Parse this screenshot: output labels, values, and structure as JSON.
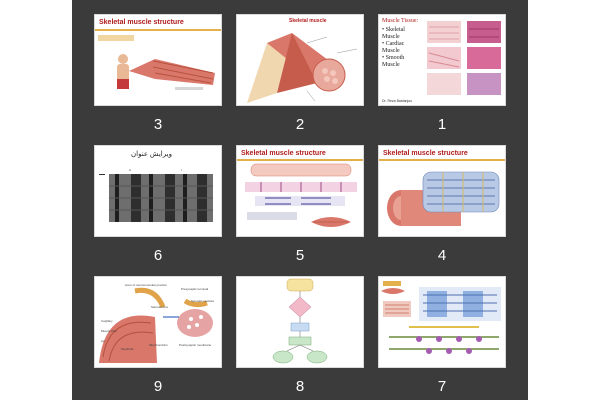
{
  "slides": [
    {
      "number": "3",
      "title": "Skeletal muscle structure"
    },
    {
      "number": "2",
      "title": "Skeletal muscle"
    },
    {
      "number": "1",
      "title": "Muscle Tissue:",
      "bullets": [
        "Skeletal Muscle",
        "Cardiac Muscle",
        "Smooth Muscle"
      ],
      "credit": "Dr. Reza Bastanjoo"
    },
    {
      "number": "6",
      "title": "ویرایش عنوان",
      "label_a": "A",
      "label_i": "I"
    },
    {
      "number": "5",
      "title": "Skeletal muscle structure"
    },
    {
      "number": "4",
      "title": "Skeletal muscle structure"
    },
    {
      "number": "9",
      "labels": [
        "Axon of neuromuscular junction",
        "Presynaptic terminal",
        "Synaptic vesicles",
        "Capillary",
        "Muscle fiber",
        "Sarcolemma",
        "Myofibrils",
        "Mitochondrion",
        "Postsynaptic membrane",
        "(a)"
      ]
    },
    {
      "number": "8"
    },
    {
      "number": "7"
    }
  ],
  "colors": {
    "panel_bg": "#3b3b3b",
    "title_red": "#b01c1c",
    "muscle": "#d9776a",
    "number": "#ffffff"
  }
}
